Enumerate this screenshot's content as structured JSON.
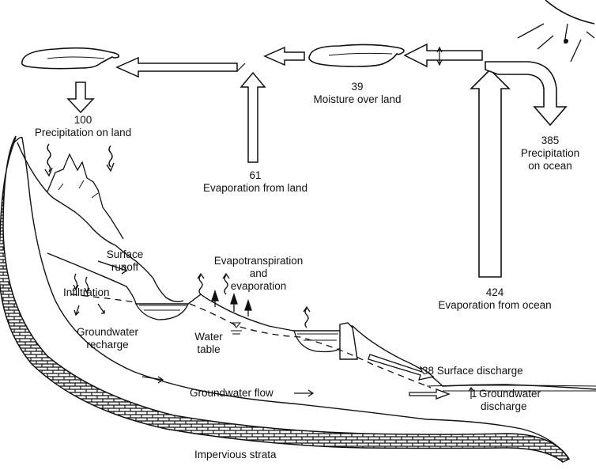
{
  "diagram": {
    "precipitation_land": {
      "value": "100",
      "label": "Precipitation on land"
    },
    "moisture_land": {
      "value": "39",
      "label": "Moisture over land"
    },
    "precipitation_ocean": {
      "value": "385",
      "label_line1": "Precipitation",
      "label_line2": "on ocean"
    },
    "evaporation_land": {
      "value": "61",
      "label": "Evaporation from land"
    },
    "evaporation_ocean": {
      "value": "424",
      "label": "Evaporation from ocean"
    },
    "surface_runoff": {
      "line1": "Surface",
      "line2": "runoff"
    },
    "evapotranspiration": {
      "line1": "Evapotranspiration",
      "line2": "and",
      "line3": "evaporation"
    },
    "infiltration": "Infiltration",
    "groundwater_recharge": {
      "line1": "Groundwater",
      "line2": "recharge"
    },
    "water_table": {
      "line1": "Water",
      "line2": "table"
    },
    "surface_discharge": {
      "value": "38",
      "label": "Surface discharge"
    },
    "groundwater_discharge": {
      "value": "1",
      "line1": "Groundwater",
      "line2": "discharge"
    },
    "groundwater_flow": "Groundwater flow",
    "impervious": "Impervious strata"
  }
}
